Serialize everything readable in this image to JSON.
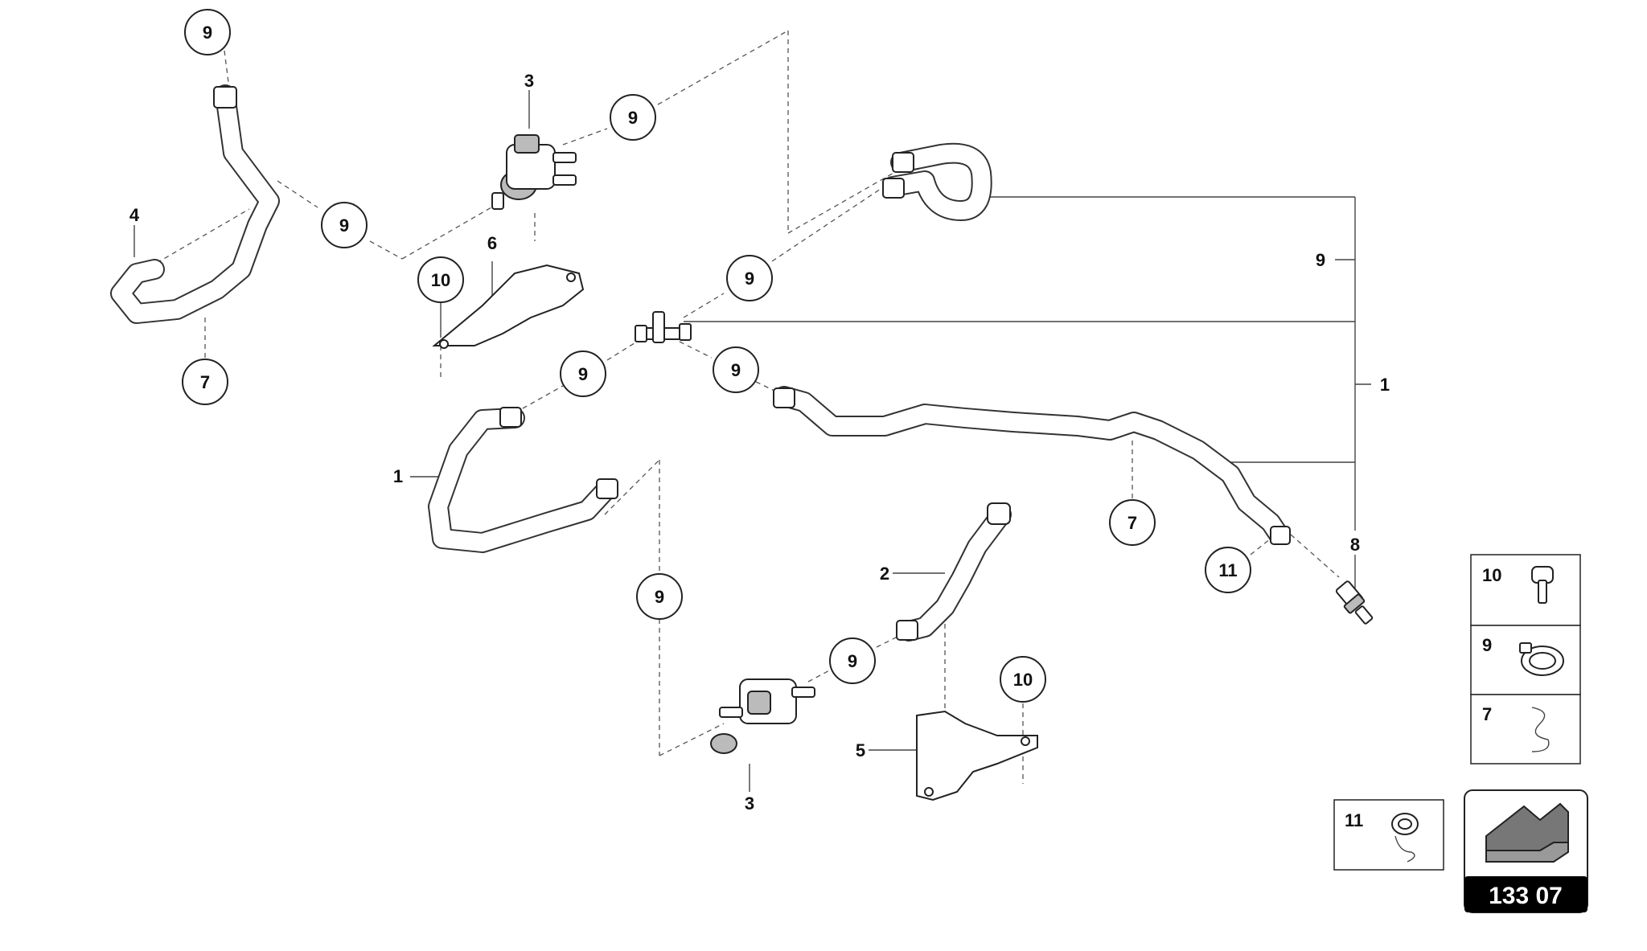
{
  "diagram_ref": "133 07",
  "callouts": {
    "c9_topleft": "9",
    "c3_top": "3",
    "c9_top_mid": "9",
    "c9_left_mid": "9",
    "c10_left": "10",
    "c6": "6",
    "c4": "4",
    "c7_left": "7",
    "c9_tee_upper": "9",
    "c9_tee_left": "9",
    "c9_tee_right": "9",
    "c1_left": "1",
    "c9_right_vertical": "9",
    "c1_right": "1",
    "c7_mid": "7",
    "c11_mid": "11",
    "c8": "8",
    "c9_lower_dashed": "9",
    "c2": "2",
    "c9_lower_mid": "9",
    "c10_lower": "10",
    "c5": "5",
    "c3_bottom": "3"
  },
  "legend": [
    {
      "num": "10",
      "icon": "bolt-icon"
    },
    {
      "num": "9",
      "icon": "hose-clamp-icon"
    },
    {
      "num": "7",
      "icon": "clip-icon"
    }
  ],
  "legend_single": {
    "num": "11",
    "icon": "clamp-clip-icon"
  },
  "ref_icon": "arrow-reference-icon"
}
